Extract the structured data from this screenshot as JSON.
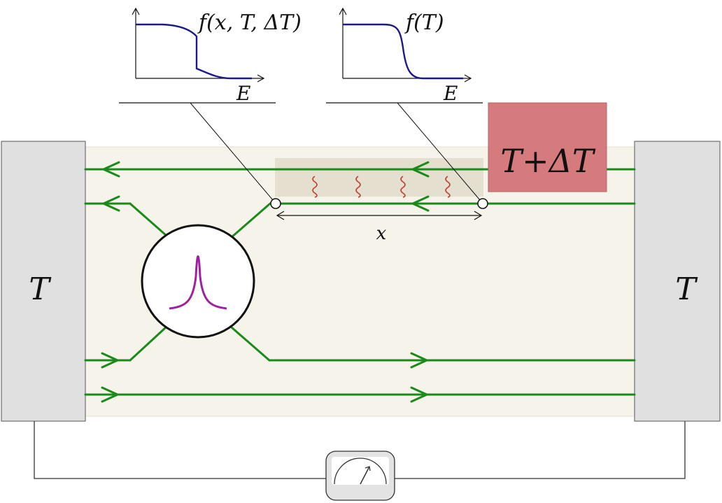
{
  "labels": {
    "left_reservoir": "T",
    "right_reservoir": "T",
    "hot_block": "T+ΔT",
    "distance": "x",
    "plot_left_title": "f(x, T, ΔT)",
    "plot_left_xlabel": "E",
    "plot_right_title": "f(T)",
    "plot_right_xlabel": "E"
  },
  "colors": {
    "reservoir_fill": "#e0e0e0",
    "sample_fill": "#f6f3ea",
    "heated_region_fill": "#e5dfcf",
    "hot_block_fill": "#d67b7d",
    "edge_channel": "#1a8a1a",
    "resonance_peak": "#a020a0",
    "distribution_curve": "#1a1a8a",
    "heat_squiggle": "#c0392b",
    "wire": "#333333"
  },
  "icons": {
    "meter": "ammeter-gauge-icon",
    "scatterer": "resonance-peak-icon",
    "heat": "heat-squiggle-icon"
  }
}
